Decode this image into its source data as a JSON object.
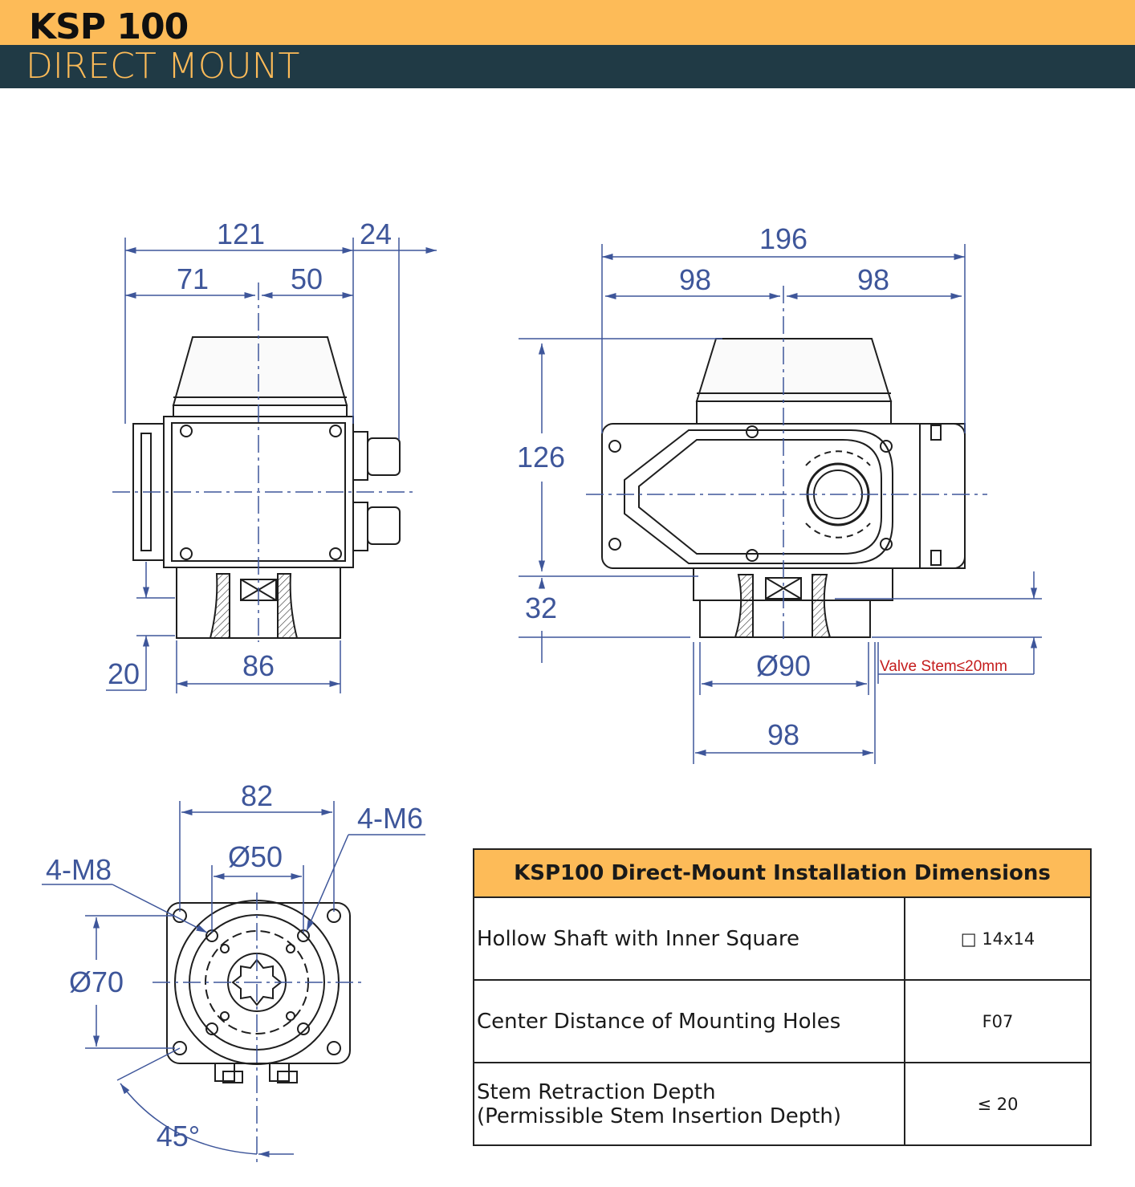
{
  "header": {
    "title": "KSP 100",
    "subtitle": "DIRECT MOUNT"
  },
  "side_view": {
    "dim_total_width": "121",
    "dim_gland": "24",
    "dim_left": "71",
    "dim_right": "50",
    "dim_base": "86",
    "dim_height": "20"
  },
  "front_view": {
    "dim_total_width": "196",
    "dim_half_left": "98",
    "dim_half_right": "98",
    "dim_height": "126",
    "dim_base_height": "32",
    "dim_flange_diameter": "Ø90",
    "dim_base_width": "98",
    "stem_note": "Valve Stem≤20mm"
  },
  "bottom_view": {
    "dim_width": "82",
    "dim_m6": "4-M6",
    "dim_pcd_small": "Ø50",
    "dim_m8": "4-M8",
    "dim_pcd_large": "Ø70",
    "dim_angle": "45°"
  },
  "table": {
    "title": "KSP100 Direct-Mount Installation Dimensions",
    "rows": [
      {
        "label": "Hollow Shaft with Inner Square",
        "value": "□ 14x14"
      },
      {
        "label": "Center Distance of Mounting Holes",
        "value": "F07"
      },
      {
        "label_line1": "Stem Retraction Depth",
        "label_line2": "(Permissible Stem Insertion Depth)",
        "value": "≤ 20"
      }
    ]
  },
  "colors": {
    "accent": "#fdbb58",
    "header_dark": "#203a45",
    "dimension": "#3e569a",
    "note_red": "#c41c1c"
  }
}
